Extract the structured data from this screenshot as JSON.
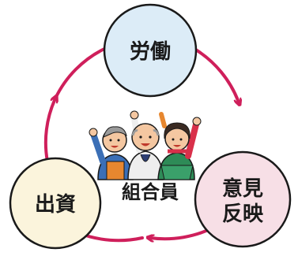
{
  "nodes": {
    "top": {
      "label": "労働",
      "fill": "#dcecf7"
    },
    "right": {
      "line1": "意見",
      "line2": "反映",
      "fill": "#f7dfe6"
    },
    "left": {
      "label": "出資",
      "fill": "#fbf4dc"
    }
  },
  "center": {
    "label": "組合員",
    "illustration": "people-cheering-icon"
  },
  "colors": {
    "cycle_arrows": "#cf1f5b",
    "node_stroke": "#1a1a1a"
  }
}
